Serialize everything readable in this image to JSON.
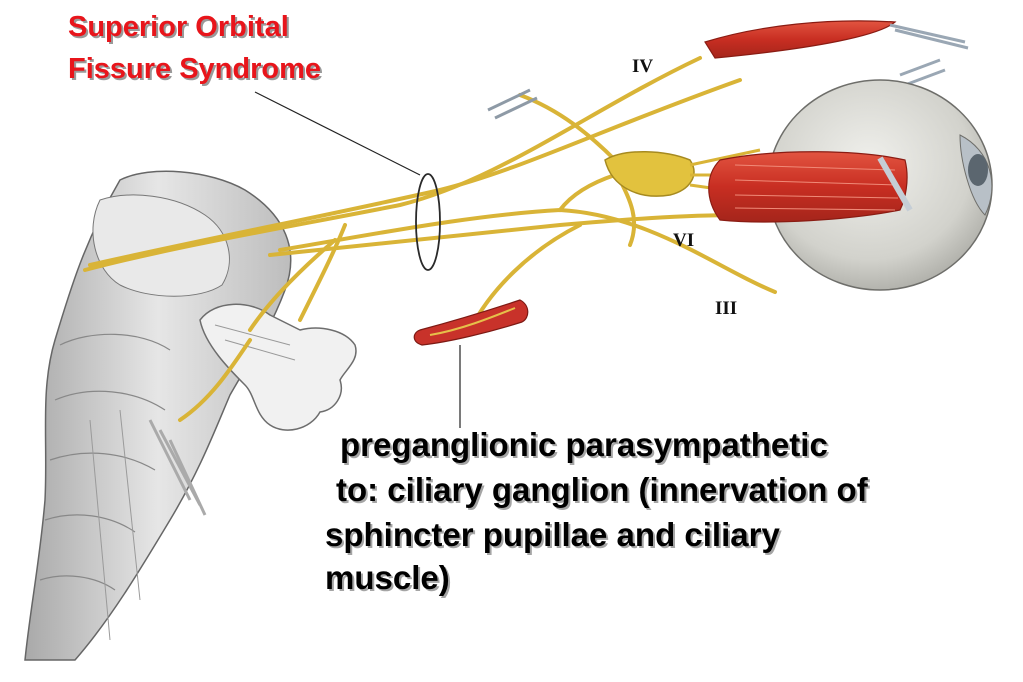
{
  "title": {
    "line1": "Superior Orbital",
    "line2": "Fissure Syndrome",
    "color": "#e8151b"
  },
  "nerve_labels": {
    "trochlear": "IV",
    "abducens": "VI",
    "oculomotor": "III"
  },
  "caption": {
    "line1": "preganglionic parasympathetic",
    "line2": "to: ciliary ganglion (innervation of",
    "line3": "sphincter pupillae and ciliary",
    "line4": "muscle)"
  },
  "colors": {
    "nerve": "#d9b437",
    "muscle": "#d23a2b",
    "artery": "#c8322a",
    "brainstem": "#d4d4d4",
    "eyeball": "#d7d7d2"
  }
}
